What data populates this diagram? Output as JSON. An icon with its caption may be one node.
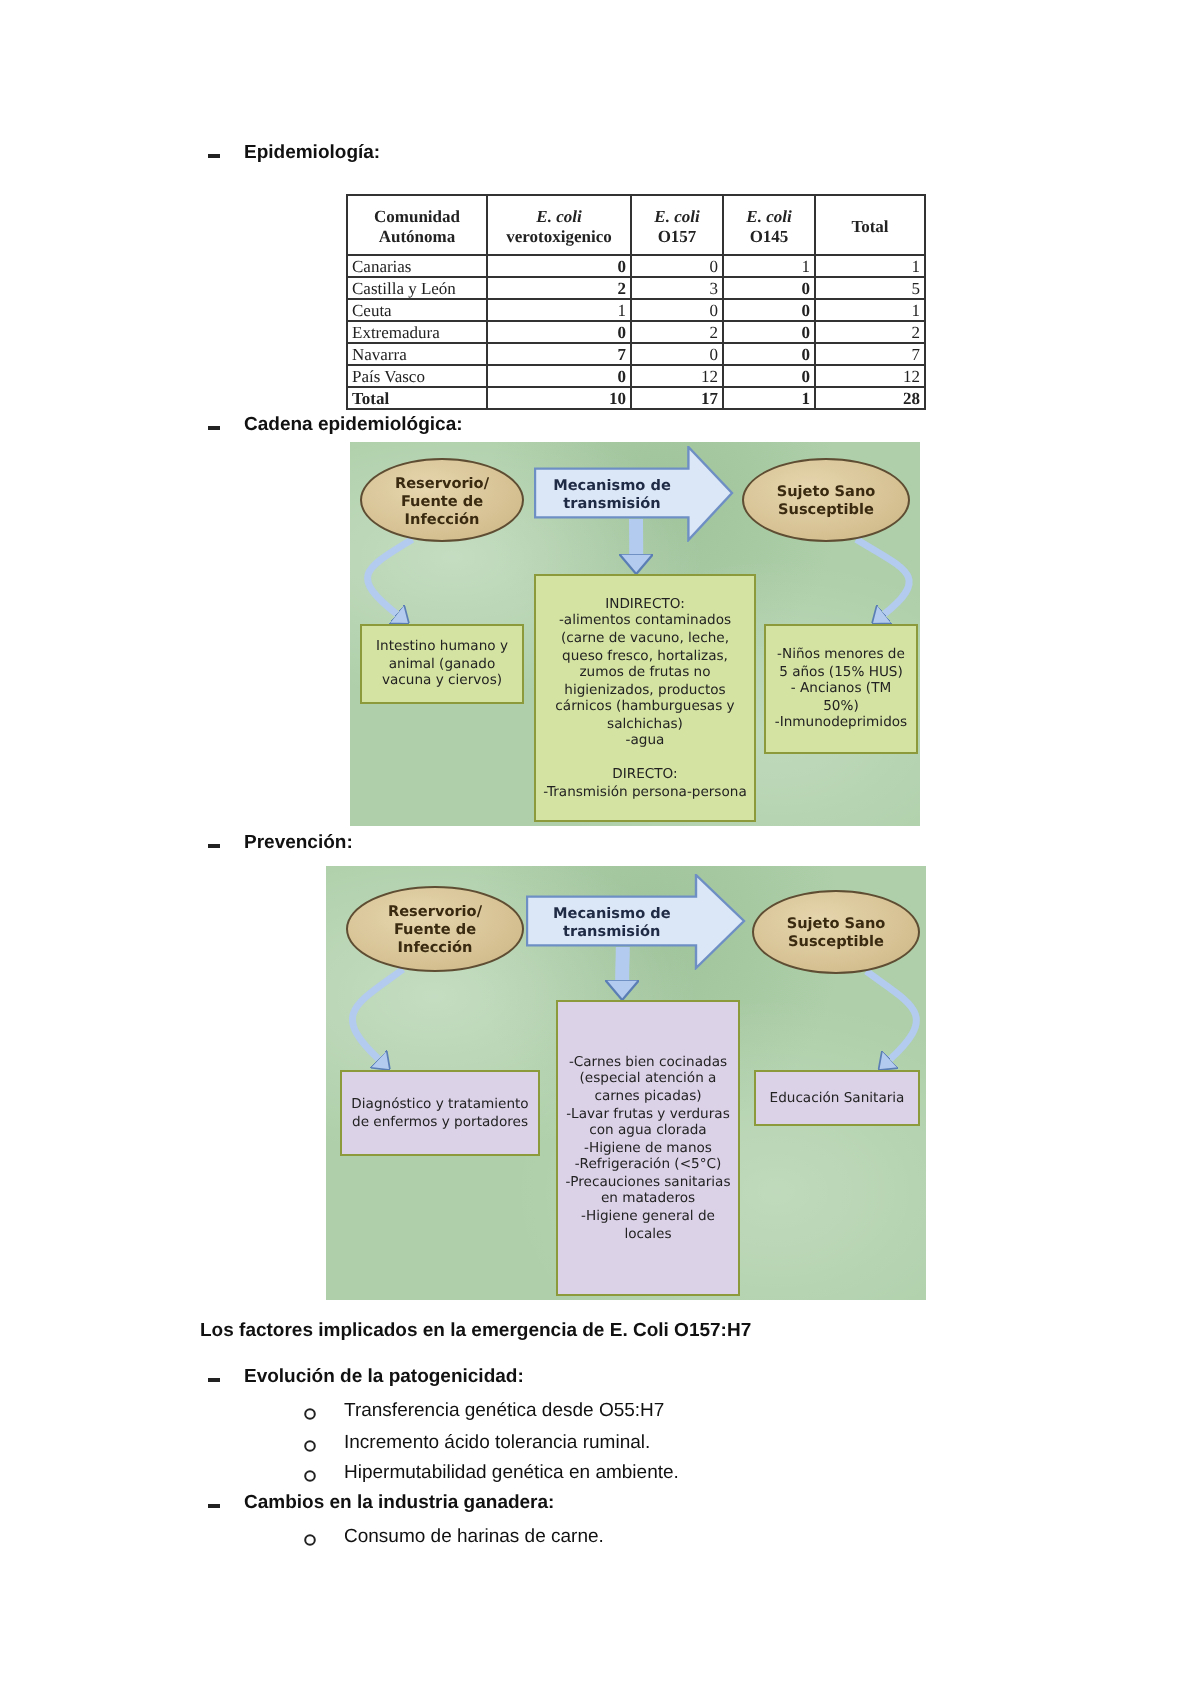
{
  "diagram": {
    "nodes": [
      {
        "text": [
          "Reservorio/ Fuente de Infección"
        ]
      },
      {
        "text": [
          "Mecanismo de transmisión"
        ]
      },
      {
        "text": [
          "Sujeto Sano Susceptible"
        ]
      },
      {
        "text": [
          "Intestino humano y animal (ganado vacuna y ciervos)"
        ]
      },
      {
        "text": [
          "INDIRECTO:",
          "-alimentos contaminados (carne de vacuno, leche, queso fresco, hortalizas, zumos de frutas no higienizados, productos cárnicos (hamburguesas y salchichas)",
          "-agua",
          "DIRECTO:",
          "-Transmisión persona-persona"
        ]
      },
      {
        "text": [
          "-Niños menores de 5 años (15% HUS)",
          "- Ancianos (TM 50%)",
          "-Inmunodeprimidos"
        ]
      },
      {
        "text": [
          "Reservorio/ Fuente de Infección"
        ]
      },
      {
        "text": [
          "Mecanismo de transmisión"
        ]
      },
      {
        "text": [
          "Sujeto Sano Susceptible"
        ]
      },
      {
        "text": [
          "Diagnóstico y tratamiento de enfermos y portadores"
        ]
      },
      {
        "text": [
          "-Carnes bien cocinadas (especial atención a carnes picadas)",
          "-Lavar frutas y verduras con agua clorada",
          "-Higiene de manos",
          "-Refrigeración (<5°C)",
          "-Precauciones sanitarias en mataderos",
          "-Higiene general de locales"
        ]
      },
      {
        "text": [
          "Educación Sanitaria"
        ]
      }
    ],
    "edges": [
      {
        "from": 0,
        "to": 3,
        "arrow": "to"
      },
      {
        "from": 1,
        "to": 4,
        "arrow": "to",
        "style": "thick"
      },
      {
        "from": 2,
        "to": 5,
        "arrow": "to"
      },
      {
        "from": 6,
        "to": 9,
        "arrow": "to"
      },
      {
        "from": 7,
        "to": 10,
        "arrow": "to",
        "style": "thick"
      },
      {
        "from": 8,
        "to": 11,
        "arrow": "to"
      }
    ],
    "labels": [
      "Epidemiología:",
      "Comunidad Autónoma",
      "*E. coli* verotoxigenico",
      "*E. coli* O157",
      "*E. coli* O145",
      "Total",
      "Canarias",
      "0",
      "0",
      "1",
      "1",
      "Castilla y León",
      "2",
      "3",
      "0",
      "5",
      "Ceuta",
      "1",
      "0",
      "0",
      "1",
      "Extremadura",
      "0",
      "2",
      "0",
      "2",
      "Navarra",
      "7",
      "0",
      "0",
      "7",
      "País Vasco",
      "0",
      "12",
      "0",
      "12",
      "Total",
      "10",
      "17",
      "1",
      "28",
      "Cadena epidemiológica:",
      "Prevención:",
      "Los factores implicados en la emergencia de E. Coli O157:H7",
      "Evolución de la patogenicidad:",
      "Transferencia genética desde O55:H7",
      "Incremento ácido tolerancia ruminal.",
      "Hipermutabilidad genética en ambiente.",
      "Cambios en la industria ganadera:",
      "Consumo de harinas de carne."
    ]
  }
}
